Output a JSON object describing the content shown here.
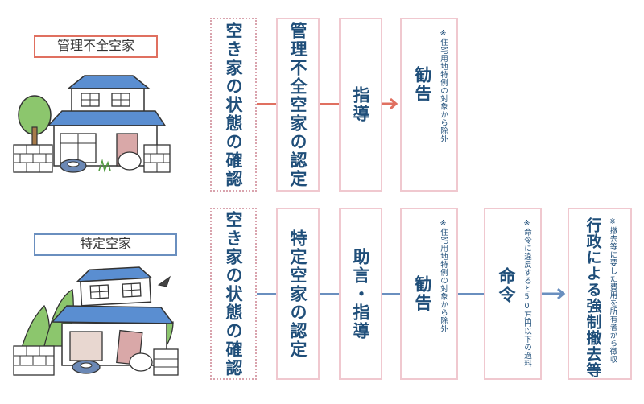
{
  "colors": {
    "red": "#e07060",
    "blue": "#6a8fbf",
    "box_border": "#f0c8cf",
    "text": "#1f4e79"
  },
  "top": {
    "label": "管理不全空家",
    "steps": {
      "confirm": "空き家の状態の確認",
      "certify": "管理不全空家の認定",
      "guidance": "指導",
      "advise": "勧告",
      "advise_note": "※住宅用地特例の対象から除外"
    }
  },
  "bottom": {
    "label": "特定空家",
    "steps": {
      "confirm": "空き家の状態の確認",
      "certify": "特定空家の認定",
      "guidance_a": "助言",
      "guidance_sep": "・",
      "guidance_b": "指導",
      "advise": "勧告",
      "advise_note": "※住宅用地特例の対象から除外",
      "order": "命令",
      "order_note": "※命令に違反すると50万円以下の過料",
      "execution": "行政による強制撤去等",
      "execution_note": "※撤去等に要した費用を所有者から徴収"
    }
  }
}
